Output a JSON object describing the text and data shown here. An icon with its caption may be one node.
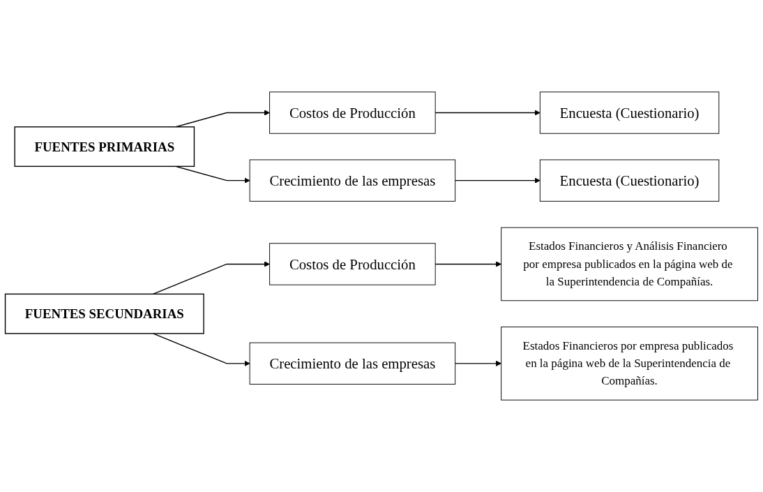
{
  "diagram": {
    "nodes": [
      {
        "text": [
          "FUENTES PRIMARIAS"
        ]
      },
      {
        "text": [
          "Costos de Producción"
        ]
      },
      {
        "text": [
          "Crecimiento de las empresas"
        ]
      },
      {
        "text": [
          "Encuesta (Cuestionario)"
        ]
      },
      {
        "text": [
          "Encuesta (Cuestionario)"
        ]
      },
      {
        "text": [
          "FUENTES SECUNDARIAS"
        ]
      },
      {
        "text": [
          "Costos de Producción"
        ]
      },
      {
        "text": [
          "Crecimiento de las empresas"
        ]
      },
      {
        "text": [
          "Estados Financieros y Análisis Financiero por empresa publicados en la página web de la Superintendencia de Compañías."
        ]
      },
      {
        "text": [
          "Estados Financieros por empresa publicados en la página web de la Superintendencia de Compañías."
        ]
      }
    ],
    "edges": [
      {
        "from": 0,
        "to": 1,
        "arrow": "to"
      },
      {
        "from": 0,
        "to": 2,
        "arrow": "to"
      },
      {
        "from": 1,
        "to": 3,
        "arrow": "to"
      },
      {
        "from": 2,
        "to": 4,
        "arrow": "to"
      },
      {
        "from": 5,
        "to": 6,
        "arrow": "to"
      },
      {
        "from": 5,
        "to": 7,
        "arrow": "to"
      },
      {
        "from": 6,
        "to": 8,
        "arrow": "to"
      },
      {
        "from": 7,
        "to": 9,
        "arrow": "to"
      }
    ]
  }
}
